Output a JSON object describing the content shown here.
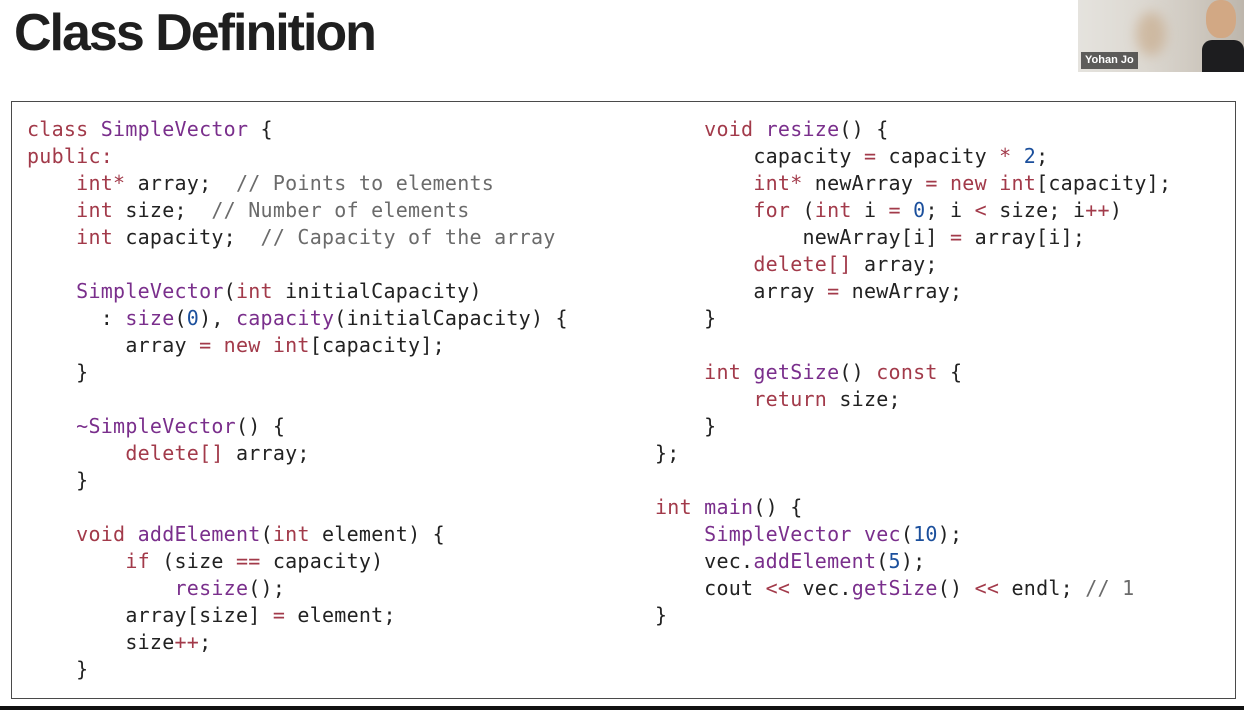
{
  "slide": {
    "title": "Class Definition"
  },
  "video": {
    "participant_name": "Yohan Jo"
  },
  "code": {
    "left": [
      [
        [
          "class ",
          "kw"
        ],
        [
          "SimpleVector",
          "ty"
        ],
        [
          " {",
          ""
        ]
      ],
      [
        [
          "public:",
          "kw"
        ]
      ],
      [
        [
          "    ",
          ""
        ],
        [
          "int*",
          "kw"
        ],
        [
          " array;  ",
          ""
        ],
        [
          "// Points to elements",
          "cm"
        ]
      ],
      [
        [
          "    ",
          ""
        ],
        [
          "int",
          "kw"
        ],
        [
          " size;  ",
          ""
        ],
        [
          "// Number of elements",
          "cm"
        ]
      ],
      [
        [
          "    ",
          ""
        ],
        [
          "int",
          "kw"
        ],
        [
          " capacity;  ",
          ""
        ],
        [
          "// Capacity of the array",
          "cm"
        ]
      ],
      [
        [
          "",
          ""
        ]
      ],
      [
        [
          "    ",
          ""
        ],
        [
          "SimpleVector",
          "ty"
        ],
        [
          "(",
          ""
        ],
        [
          "int",
          "kw"
        ],
        [
          " initialCapacity)",
          ""
        ]
      ],
      [
        [
          "      : ",
          ""
        ],
        [
          "size",
          "ty"
        ],
        [
          "(",
          ""
        ],
        [
          "0",
          "nu"
        ],
        [
          "), ",
          ""
        ],
        [
          "capacity",
          "ty"
        ],
        [
          "(initialCapacity) {",
          ""
        ]
      ],
      [
        [
          "        array ",
          ""
        ],
        [
          "=",
          "kw"
        ],
        [
          " ",
          ""
        ],
        [
          "new",
          "kw"
        ],
        [
          " ",
          ""
        ],
        [
          "int",
          "kw"
        ],
        [
          "[capacity];",
          ""
        ]
      ],
      [
        [
          "    }",
          ""
        ]
      ],
      [
        [
          "",
          ""
        ]
      ],
      [
        [
          "    ",
          ""
        ],
        [
          "~SimpleVector",
          "ty"
        ],
        [
          "() {",
          ""
        ]
      ],
      [
        [
          "        ",
          ""
        ],
        [
          "delete[]",
          "kw"
        ],
        [
          " array;",
          ""
        ]
      ],
      [
        [
          "    }",
          ""
        ]
      ],
      [
        [
          "",
          ""
        ]
      ],
      [
        [
          "    ",
          ""
        ],
        [
          "void",
          "kw"
        ],
        [
          " ",
          ""
        ],
        [
          "addElement",
          "ty"
        ],
        [
          "(",
          ""
        ],
        [
          "int",
          "kw"
        ],
        [
          " element) {",
          ""
        ]
      ],
      [
        [
          "        ",
          ""
        ],
        [
          "if",
          "kw"
        ],
        [
          " (size ",
          ""
        ],
        [
          "==",
          "kw"
        ],
        [
          " capacity)",
          ""
        ]
      ],
      [
        [
          "            ",
          ""
        ],
        [
          "resize",
          "ty"
        ],
        [
          "();",
          ""
        ]
      ],
      [
        [
          "        array[size] ",
          ""
        ],
        [
          "=",
          "kw"
        ],
        [
          " element;",
          ""
        ]
      ],
      [
        [
          "        size",
          ""
        ],
        [
          "++",
          "kw"
        ],
        [
          ";",
          ""
        ]
      ],
      [
        [
          "    }",
          ""
        ]
      ]
    ],
    "right": [
      [
        [
          "    ",
          ""
        ],
        [
          "void",
          "kw"
        ],
        [
          " ",
          ""
        ],
        [
          "resize",
          "ty"
        ],
        [
          "() {",
          ""
        ]
      ],
      [
        [
          "        capacity ",
          ""
        ],
        [
          "=",
          "kw"
        ],
        [
          " capacity ",
          ""
        ],
        [
          "*",
          "kw"
        ],
        [
          " ",
          ""
        ],
        [
          "2",
          "nu"
        ],
        [
          ";",
          ""
        ]
      ],
      [
        [
          "        ",
          ""
        ],
        [
          "int*",
          "kw"
        ],
        [
          " newArray ",
          ""
        ],
        [
          "=",
          "kw"
        ],
        [
          " ",
          ""
        ],
        [
          "new",
          "kw"
        ],
        [
          " ",
          ""
        ],
        [
          "int",
          "kw"
        ],
        [
          "[capacity];",
          ""
        ]
      ],
      [
        [
          "        ",
          ""
        ],
        [
          "for",
          "kw"
        ],
        [
          " (",
          ""
        ],
        [
          "int",
          "kw"
        ],
        [
          " i ",
          ""
        ],
        [
          "=",
          "kw"
        ],
        [
          " ",
          ""
        ],
        [
          "0",
          "nu"
        ],
        [
          "; i ",
          ""
        ],
        [
          "<",
          "kw"
        ],
        [
          " size; i",
          ""
        ],
        [
          "++",
          "kw"
        ],
        [
          ")",
          ""
        ]
      ],
      [
        [
          "            newArray[i] ",
          ""
        ],
        [
          "=",
          "kw"
        ],
        [
          " array[i];",
          ""
        ]
      ],
      [
        [
          "        ",
          ""
        ],
        [
          "delete[]",
          "kw"
        ],
        [
          " array;",
          ""
        ]
      ],
      [
        [
          "        array ",
          ""
        ],
        [
          "=",
          "kw"
        ],
        [
          " newArray;",
          ""
        ]
      ],
      [
        [
          "    }",
          ""
        ]
      ],
      [
        [
          "",
          ""
        ]
      ],
      [
        [
          "    ",
          ""
        ],
        [
          "int",
          "kw"
        ],
        [
          " ",
          ""
        ],
        [
          "getSize",
          "ty"
        ],
        [
          "() ",
          ""
        ],
        [
          "const",
          "kw"
        ],
        [
          " {",
          ""
        ]
      ],
      [
        [
          "        ",
          ""
        ],
        [
          "return",
          "kw"
        ],
        [
          " size;",
          ""
        ]
      ],
      [
        [
          "    }",
          ""
        ]
      ],
      [
        [
          "};",
          ""
        ]
      ],
      [
        [
          "",
          ""
        ]
      ],
      [
        [
          "int",
          "kw"
        ],
        [
          " ",
          ""
        ],
        [
          "main",
          "ty"
        ],
        [
          "() {",
          ""
        ]
      ],
      [
        [
          "    ",
          ""
        ],
        [
          "SimpleVector",
          "ty"
        ],
        [
          " ",
          ""
        ],
        [
          "vec",
          "ty"
        ],
        [
          "(",
          ""
        ],
        [
          "10",
          "nu"
        ],
        [
          ");",
          ""
        ]
      ],
      [
        [
          "    vec.",
          ""
        ],
        [
          "addElement",
          "ty"
        ],
        [
          "(",
          ""
        ],
        [
          "5",
          "nu"
        ],
        [
          ");",
          ""
        ]
      ],
      [
        [
          "    cout ",
          ""
        ],
        [
          "<<",
          "kw"
        ],
        [
          " vec.",
          ""
        ],
        [
          "getSize",
          "ty"
        ],
        [
          "() ",
          ""
        ],
        [
          "<<",
          "kw"
        ],
        [
          " endl; ",
          ""
        ],
        [
          "// 1",
          "cm"
        ]
      ],
      [
        [
          "}",
          ""
        ]
      ]
    ]
  }
}
